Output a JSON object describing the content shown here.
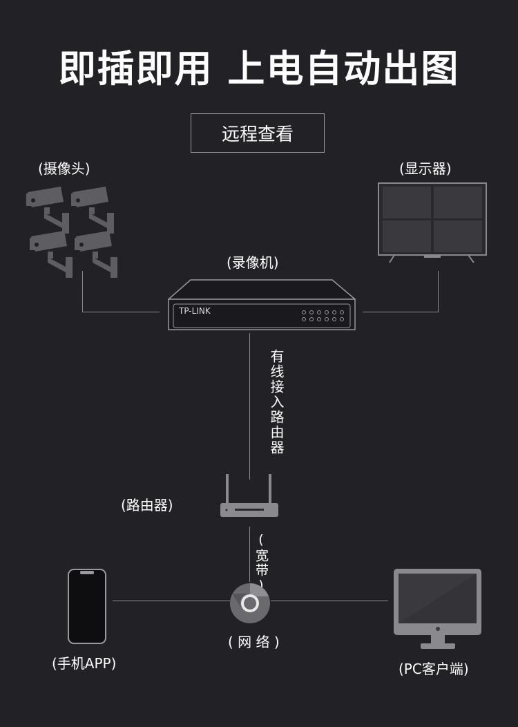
{
  "title": "即插即用 上电自动出图",
  "remote_button": "远程查看",
  "labels": {
    "camera": "(摄像头)",
    "display": "(显示器)",
    "nvr": "(录像机)",
    "router": "(路由器)",
    "wired": "有线接入路由器",
    "broadband": "(宽带)",
    "network": "( 网 络 )",
    "phone": "(手机APP)",
    "pc": "(PC客户端)"
  },
  "nvr_brand": "TP-LINK",
  "colors": {
    "background": "#222226",
    "device": "#5e5e62",
    "line": "#8a8a8e"
  }
}
